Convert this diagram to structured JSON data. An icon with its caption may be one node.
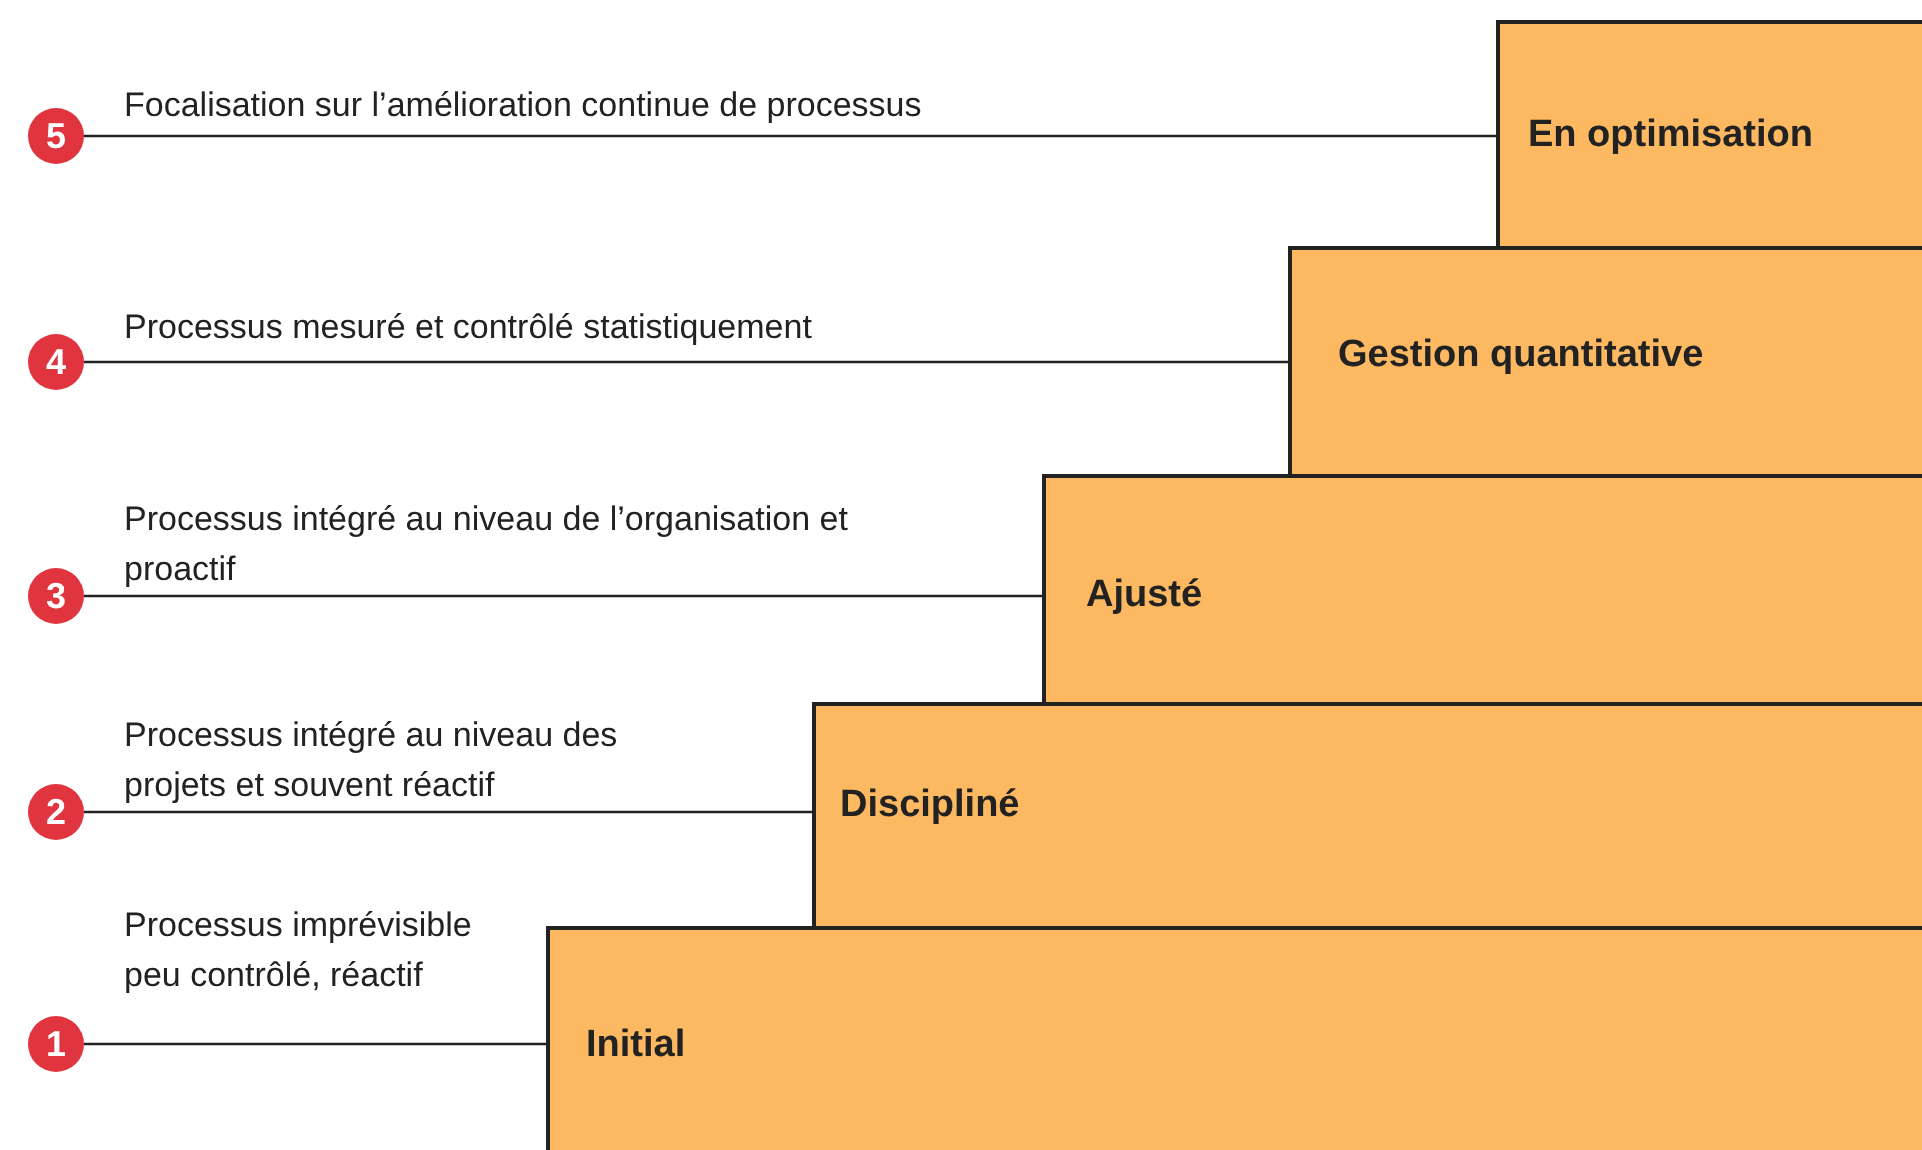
{
  "diagram": {
    "nodes": [
      {
        "text": [
          "5"
        ],
        "beside": [
          "Focalisation sur l’amélioration continue de processus"
        ]
      },
      {
        "text": [
          "4"
        ],
        "beside": [
          "Processus mesuré et contrôlé statistiquement"
        ]
      },
      {
        "text": [
          "3"
        ],
        "beside": [
          "Processus intégré au niveau de l’organisation et proactif"
        ]
      },
      {
        "text": [
          "2"
        ],
        "beside": [
          "Processus intégré au niveau des projets et souvent réactif"
        ]
      },
      {
        "text": [
          "1"
        ],
        "beside": [
          "Processus imprévisible peu contrôlé, réactif"
        ]
      },
      {
        "text": [
          "En optimisation"
        ]
      },
      {
        "text": [
          "Gestion quantitative"
        ]
      },
      {
        "text": [
          "Ajusté"
        ]
      },
      {
        "text": [
          "Discipliné"
        ]
      },
      {
        "text": [
          "Initial"
        ]
      }
    ],
    "edges": [
      {
        "from": 0,
        "to": 5,
        "arrow": "none"
      },
      {
        "from": 1,
        "to": 6,
        "arrow": "none"
      },
      {
        "from": 2,
        "to": 7,
        "arrow": "none"
      },
      {
        "from": 3,
        "to": 8,
        "arrow": "none"
      },
      {
        "from": 4,
        "to": 9,
        "arrow": "none"
      }
    ]
  }
}
